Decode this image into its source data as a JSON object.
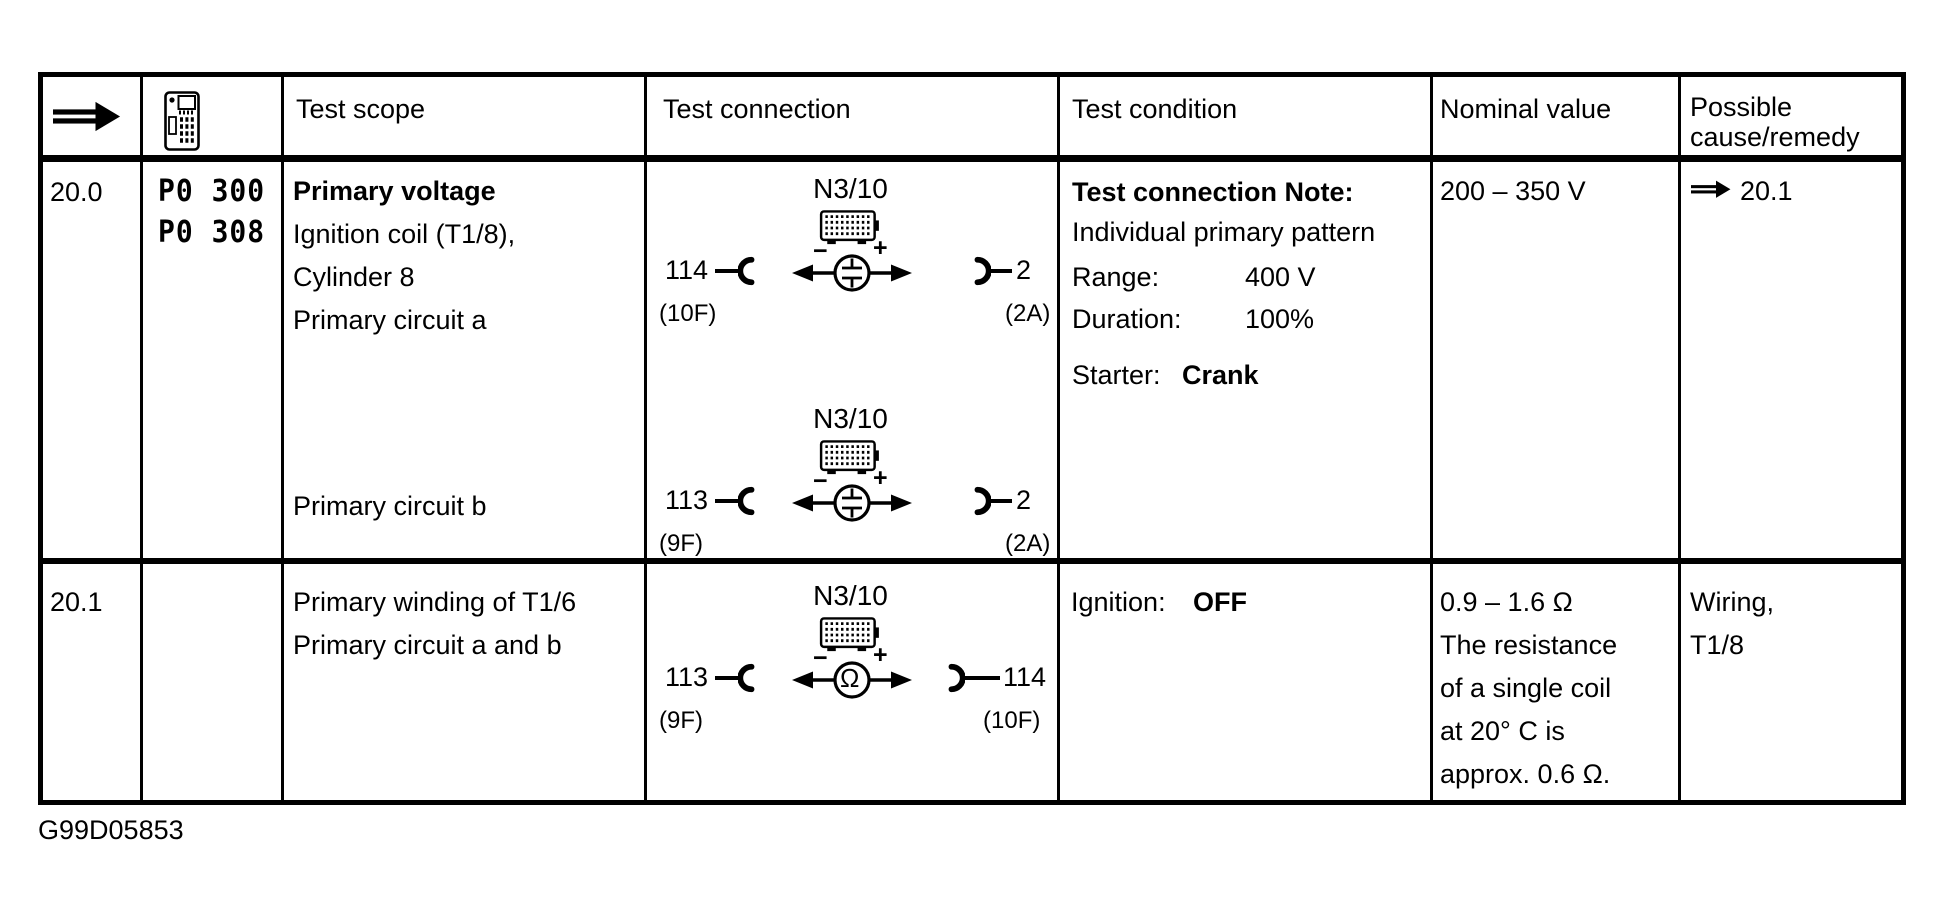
{
  "colors": {
    "ink": "#000000",
    "paper": "#ffffff"
  },
  "header": {
    "test_scope": "Test scope",
    "test_connection": "Test connection",
    "test_condition": "Test condition",
    "nominal_value": "Nominal value",
    "possible_cause_line1": "Possible",
    "possible_cause_line2": "cause/remedy"
  },
  "icons": {
    "row_marker": "double-arrow-icon",
    "tester": "diagnostic-tester-icon",
    "connector": "multipin-connector-icon",
    "voltmeter": "voltmeter-probe-icon",
    "ohmmeter": "ohmmeter-probe-icon",
    "socket_left": "test-socket-left",
    "socket_right": "test-socket-right"
  },
  "symbols": {
    "minus": "−",
    "plus": "+",
    "ohm": "Ω"
  },
  "rows": [
    {
      "id": "20.0",
      "codes": [
        "P0 300",
        "P0 308"
      ],
      "scope": {
        "title": "Primary voltage",
        "line1": "Ignition coil (T1/8),",
        "line2": "Cylinder 8",
        "line3": "Primary circuit a",
        "line_b": "Primary circuit b"
      },
      "conn_a": {
        "module": "N3/10",
        "left_pin": "114",
        "left_socket": "(10F)",
        "right_pin": "2",
        "right_socket": "(2A)"
      },
      "conn_b": {
        "module": "N3/10",
        "left_pin": "113",
        "left_socket": "(9F)",
        "right_pin": "2",
        "right_socket": "(2A)"
      },
      "condition": {
        "note": "Test connection Note:",
        "pattern": "Individual primary pattern",
        "range_label": "Range:",
        "range_value": "400 V",
        "duration_label": "Duration:",
        "duration_value": "100%",
        "starter_label": "Starter:",
        "starter_value": "Crank"
      },
      "nominal": "200 – 350 V",
      "remedy_ref": "20.1"
    },
    {
      "id": "20.1",
      "scope": {
        "line1": "Primary winding of T1/6",
        "line2": "Primary circuit a and b"
      },
      "conn": {
        "module": "N3/10",
        "left_pin": "113",
        "left_socket": "(9F)",
        "right_pin": "114",
        "right_socket": "(10F)"
      },
      "condition": {
        "ignition_label": "Ignition:",
        "ignition_value": "OFF"
      },
      "nominal": {
        "line1": "0.9 – 1.6 Ω",
        "line2": "The resistance",
        "line3": "of a single coil",
        "line4": "at 20° C is",
        "line5": "approx. 0.6 Ω."
      },
      "remedy": {
        "line1": "Wiring,",
        "line2": "T1/8"
      }
    }
  ],
  "footer": {
    "figure_code": "G99D05853"
  }
}
